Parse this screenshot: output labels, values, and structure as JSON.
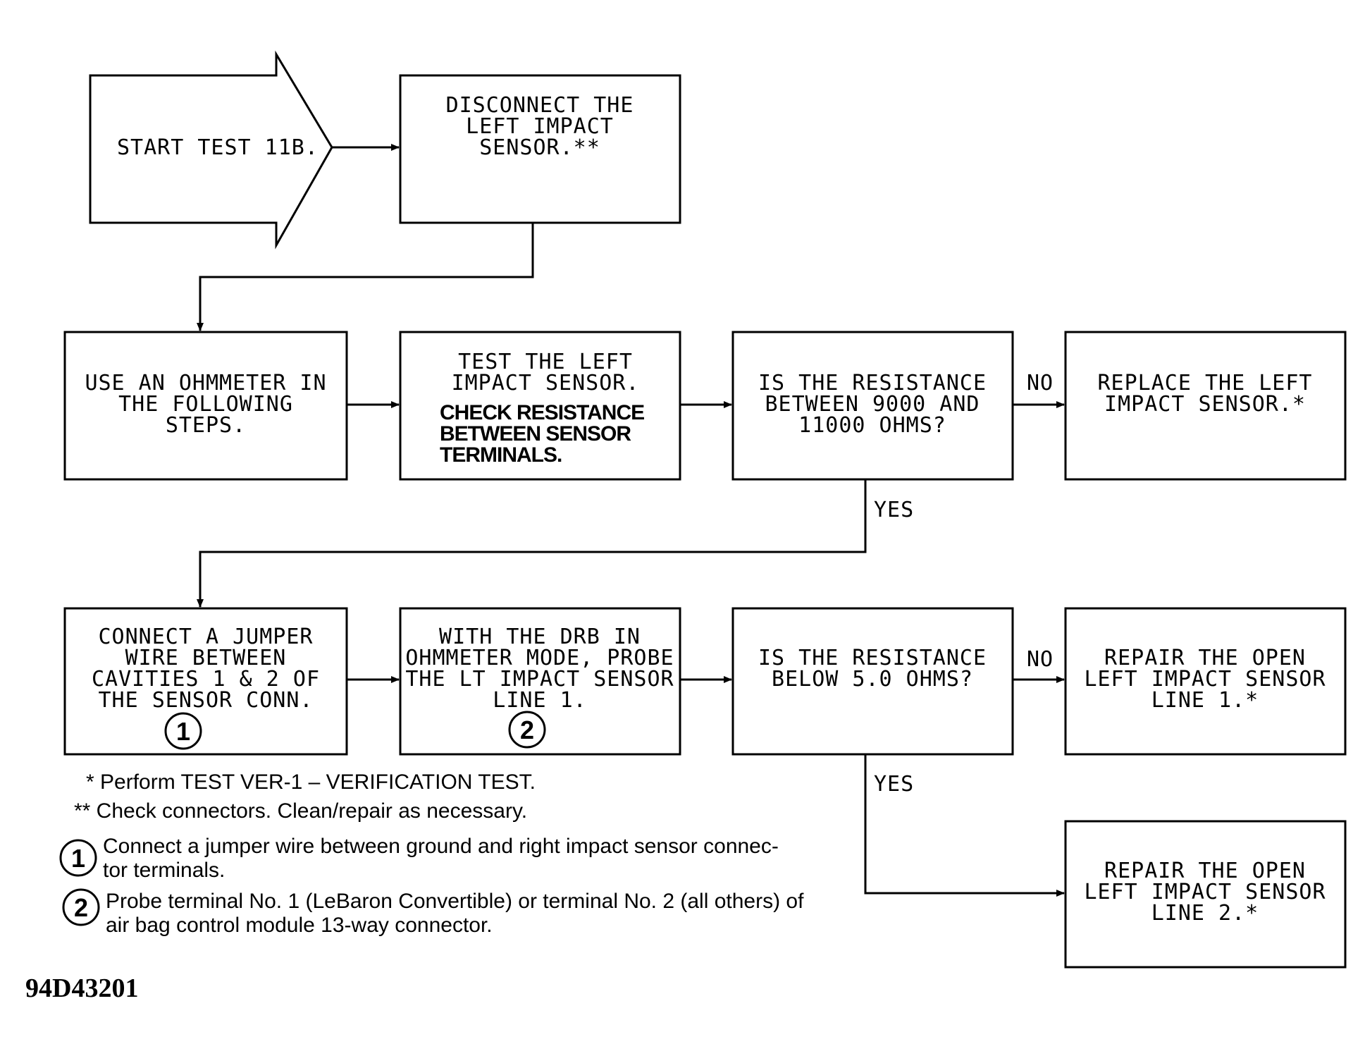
{
  "start_arrow": {
    "text": "START TEST 11B."
  },
  "boxes": {
    "disconnect": [
      "DISCONNECT THE",
      "LEFT IMPACT",
      "SENSOR.**"
    ],
    "ohmmeter": [
      "USE AN OHMMETER IN",
      "THE FOLLOWING",
      "STEPS."
    ],
    "test_sensor": [
      "TEST THE LEFT",
      "IMPACT SENSOR."
    ],
    "test_sensor_note": [
      "CHECK RESISTANCE",
      "BETWEEN SENSOR",
      "TERMINALS."
    ],
    "resistance_q1": [
      "IS THE RESISTANCE",
      "BETWEEN 9000 AND",
      "11000 OHMS?"
    ],
    "replace": [
      "REPLACE THE LEFT",
      "IMPACT SENSOR.*"
    ],
    "jumper": [
      "CONNECT A JUMPER",
      "WIRE BETWEEN",
      "CAVITIES 1 & 2 OF",
      "THE SENSOR CONN."
    ],
    "drb": [
      "WITH THE DRB IN",
      "OHMMETER MODE, PROBE",
      "THE LT IMPACT SENSOR",
      "LINE 1."
    ],
    "resistance_q2": [
      "IS THE RESISTANCE",
      "BELOW 5.0 OHMS?"
    ],
    "repair_line1": [
      "REPAIR THE OPEN",
      "LEFT IMPACT SENSOR",
      "LINE 1.*"
    ],
    "repair_line2": [
      "REPAIR THE OPEN",
      "LEFT IMPACT SENSOR",
      "LINE 2.*"
    ]
  },
  "markers": {
    "one": "1",
    "two": "2"
  },
  "branch_labels": {
    "no_1": "NO",
    "yes_1": "YES",
    "no_2": "NO",
    "yes_2": "YES"
  },
  "notes": {
    "star": "* Perform TEST VER-1 – VERIFICATION TEST.",
    "double_star": "** Check connectors. Clean/repair as necessary.",
    "note1": [
      "Connect a jumper wire between ground and right impact sensor connec-",
      "tor terminals."
    ],
    "note2": [
      "Probe terminal No. 1 (LeBaron Convertible) or terminal No. 2 (all others) of",
      "air bag control module 13-way connector."
    ]
  },
  "figure_code": "94D43201"
}
